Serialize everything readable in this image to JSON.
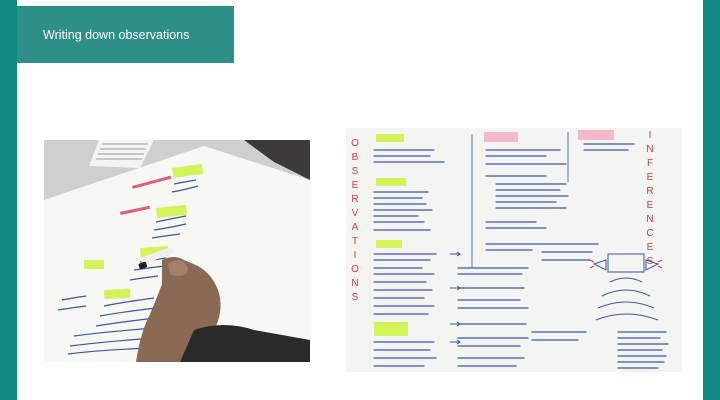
{
  "header": {
    "title": "Writing down observations"
  },
  "photos": [
    {
      "name": "photo-writing-observations",
      "kind": "photograph"
    },
    {
      "name": "photo-observations-inferences-chart",
      "kind": "photograph"
    }
  ],
  "poster": {
    "left_heading": "OBSERVATIONS",
    "right_heading": "INFERENCES"
  },
  "colors": {
    "background": "#0e8a80",
    "title_tab": "#2e8f88",
    "sticky_note": "#d4f25a",
    "sticky_note_pink": "#f6b9c9",
    "marker_red": "#d83a3a",
    "marker_blue": "#2a57b5"
  }
}
